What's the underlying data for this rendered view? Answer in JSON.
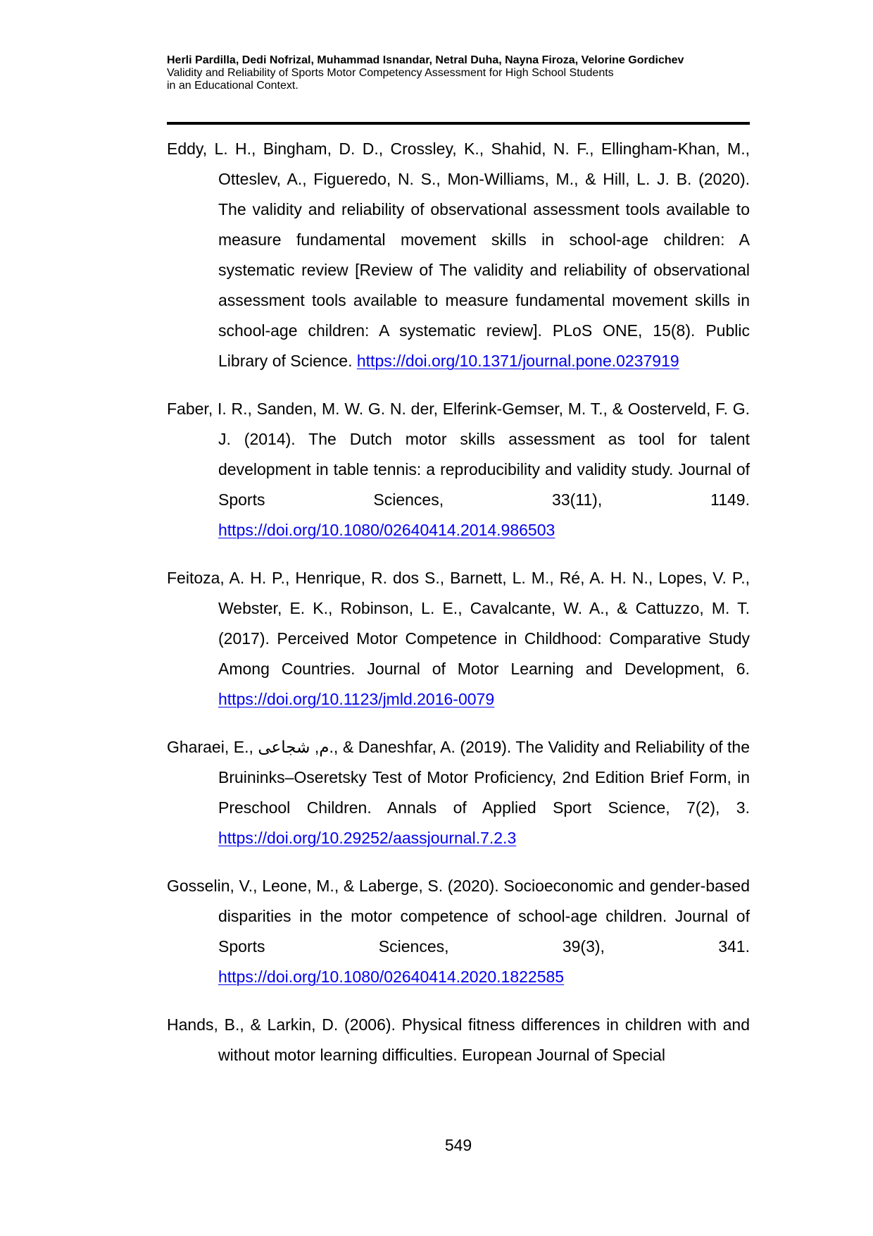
{
  "header": {
    "authors": "Herli Pardilla, Dedi Nofrizal, Muhammad Isnandar, Netral Duha, Nayna Firoza, Velorine Gordichev",
    "title_line_1": "Validity and Reliability of Sports Motor Competency Assessment for High School Students",
    "title_line_2": "in an Educational Context."
  },
  "references": [
    {
      "text": "Eddy, L. H., Bingham, D. D., Crossley, K., Shahid, N. F., Ellingham-Khan, M., Otteslev, A., Figueredo, N. S., Mon-Williams, M., & Hill, L. J. B. (2020). The validity and reliability of observational assessment tools available to measure fundamental movement skills in school-age children: A systematic review [Review of The validity and reliability of observational assessment tools available to measure fundamental movement skills in school-age children: A systematic review]. PLoS ONE, 15(8). Public Library of Science. ",
      "link": "https://doi.org/10.1371/journal.pone.0237919"
    },
    {
      "text": "Faber, I. R., Sanden, M. W. G. N. der, Elferink-Gemser, M. T., & Oosterveld, F. G. J. (2014). The Dutch motor skills assessment as tool for talent development in table tennis: a reproducibility and validity study. Journal of Sports Sciences, 33(11), 1149. ",
      "link": "https://doi.org/10.1080/02640414.2014.986503"
    },
    {
      "text": "Feitoza, A. H. P., Henrique, R. dos S., Barnett, L. M., Ré, A. H. N., Lopes, V. P., Webster, E. K., Robinson, L. E., Cavalcante, W. A., & Cattuzzo, M. T. (2017). Perceived Motor Competence in Childhood: Comparative Study Among Countries. Journal of Motor Learning and Development, 6. ",
      "link": "https://doi.org/10.1123/jmld.2016-0079"
    },
    {
      "text": "Gharaei, E., م, شجاعی., & Daneshfar, A. (2019). The Validity and Reliability of the Bruininks–Oseretsky Test of Motor Proficiency, 2nd Edition Brief Form, in Preschool Children. Annals of Applied Sport Science, 7(2), 3. ",
      "link": "https://doi.org/10.29252/aassjournal.7.2.3"
    },
    {
      "text": "Gosselin, V., Leone, M., & Laberge, S. (2020). Socioeconomic and gender-based disparities in the motor competence of school-age children. Journal of Sports Sciences, 39(3), 341. ",
      "link": "https://doi.org/10.1080/02640414.2020.1822585"
    },
    {
      "text": "Hands, B., & Larkin, D. (2006). Physical fitness differences in children with and without motor learning difficulties. European Journal of Special",
      "link": null
    }
  ],
  "footer": {
    "page_number": "549"
  },
  "colors": {
    "link": "#0000ee",
    "text": "#000000",
    "rule": "#000000"
  }
}
